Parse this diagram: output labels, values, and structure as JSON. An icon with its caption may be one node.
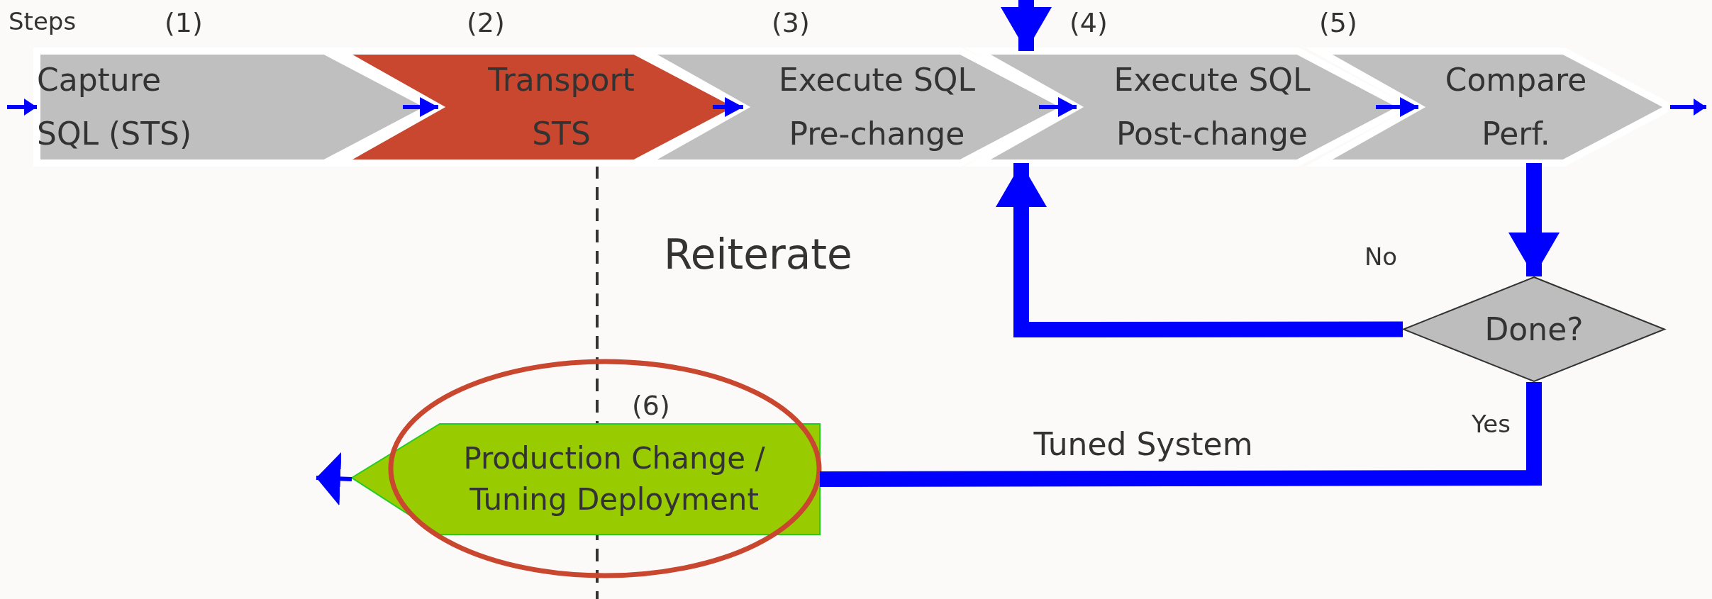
{
  "diagram": {
    "nodes": [
      {
        "text": [
          "Capture SQL (STS)"
        ],
        "beside": [
          "(1)"
        ]
      },
      {
        "text": [
          "Transport STS"
        ],
        "beside": [
          "(2)"
        ]
      },
      {
        "text": [
          "Execute SQL Pre-change"
        ],
        "beside": [
          "(3)"
        ]
      },
      {
        "text": [
          "Execute SQL Post-change"
        ],
        "beside": [
          "(4)"
        ]
      },
      {
        "text": [
          "Compare Perf."
        ],
        "beside": [
          "(5)"
        ]
      },
      {
        "text": [
          "Done?"
        ]
      },
      {
        "text": [
          "Production Change / Tuning Deployment"
        ],
        "beside": [
          "(6)"
        ]
      },
      {
        "text": [],
        "shape": "ellipse"
      }
    ],
    "edges": [
      {
        "from": null,
        "to": 0,
        "arrow": "to"
      },
      {
        "from": 0,
        "to": 1,
        "arrow": "to"
      },
      {
        "from": 1,
        "to": 2,
        "arrow": "to"
      },
      {
        "from": 2,
        "to": 3,
        "arrow": "to"
      },
      {
        "from": 3,
        "to": 4,
        "arrow": "to"
      },
      {
        "from": 4,
        "to": null,
        "arrow": "to"
      },
      {
        "from": null,
        "to": 3,
        "arrow": "to",
        "style": "thick"
      },
      {
        "from": 4,
        "to": 5,
        "arrow": "to",
        "style": "thick"
      },
      {
        "from": 5,
        "to": 3,
        "arrow": "to",
        "style": "thick",
        "label": "No"
      },
      {
        "from": 5,
        "to": 6,
        "arrow": "none",
        "style": "thick",
        "label": "Tuned System"
      },
      {
        "from": 6,
        "to": null,
        "arrow": "to"
      }
    ],
    "labels": [
      "Steps",
      "Reiterate",
      "Yes"
    ]
  }
}
